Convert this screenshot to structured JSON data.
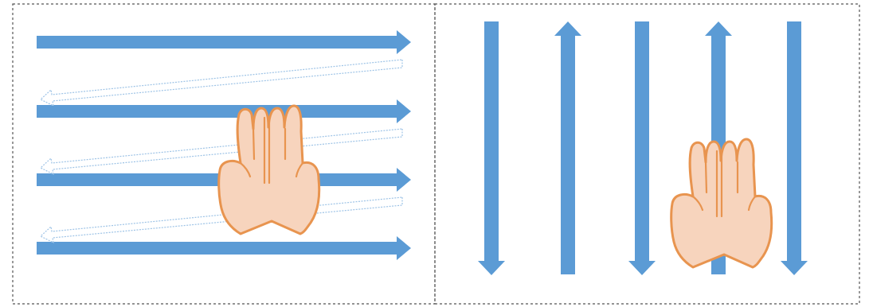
{
  "colors": {
    "arrow_fill": "#5b9bd5",
    "arrow_outline": "#9dc3e6",
    "hand_fill": "#f7d4bd",
    "hand_stroke": "#e8944f",
    "border": "#555555",
    "background": "#ffffff"
  },
  "panels": [
    {
      "name": "left-panel",
      "description_icon": "horizontal-zigzag-stroke-pattern",
      "stroke_directions": [
        "right",
        "left-return",
        "right",
        "left-return",
        "right",
        "left-return",
        "right"
      ]
    },
    {
      "name": "right-panel",
      "description_icon": "vertical-alternating-stroke-pattern",
      "stroke_directions": [
        "down",
        "up",
        "down",
        "up",
        "down"
      ]
    }
  ],
  "icons": [
    "hand-icon",
    "arrow-right-icon",
    "arrow-left-outline-icon",
    "arrow-up-icon",
    "arrow-down-icon"
  ]
}
